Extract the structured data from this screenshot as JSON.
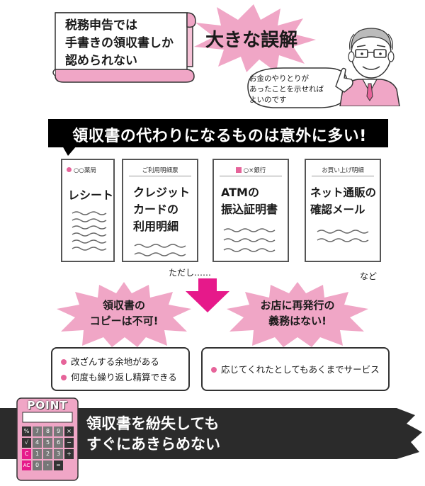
{
  "top": {
    "scroll_lines": [
      "税務申告では",
      "手書きの領収書しか",
      "認められない"
    ],
    "burst": "大きな誤解",
    "speech_lines": [
      "お金のやりとりが",
      "あったことを示せれば",
      "よいのです"
    ]
  },
  "banner": {
    "text": "領収書の代わりになるものは意外に多い!"
  },
  "cards": [
    {
      "header": "○○薬局",
      "lines": [
        "レシート"
      ]
    },
    {
      "header": "ご利用明細票",
      "lines": [
        "クレジット",
        "カードの",
        "利用明細"
      ]
    },
    {
      "header": "○×銀行",
      "lines": [
        "ATMの",
        "振込証明書"
      ]
    },
    {
      "header": "お買い上げ明細",
      "lines": [
        "ネット通販の",
        "確認メール"
      ]
    }
  ],
  "tadashi": "ただし……",
  "nado": "など",
  "bursts": {
    "left": [
      "領収書の",
      "コピーは不可!"
    ],
    "right": [
      "お店に再発行の",
      "義務はない!"
    ]
  },
  "info": {
    "left": [
      "改ざんする余地がある",
      "何度も繰り返し精算できる"
    ],
    "right": [
      "応じてくれたとしてもあくまでサービス"
    ]
  },
  "point": {
    "label": "POINT",
    "lines": [
      "領収書を紛失しても",
      "すぐにあきらめない"
    ],
    "calc_keys": [
      "%",
      "7",
      "8",
      "9",
      "×",
      "√",
      "4",
      "5",
      "6",
      "−",
      "C",
      "1",
      "2",
      "3",
      "+",
      "AC",
      "0",
      "・",
      "="
    ]
  },
  "colors": {
    "pink": "#f0a6c6",
    "accent": "#e6649a",
    "dark": "#2b2b2b"
  }
}
